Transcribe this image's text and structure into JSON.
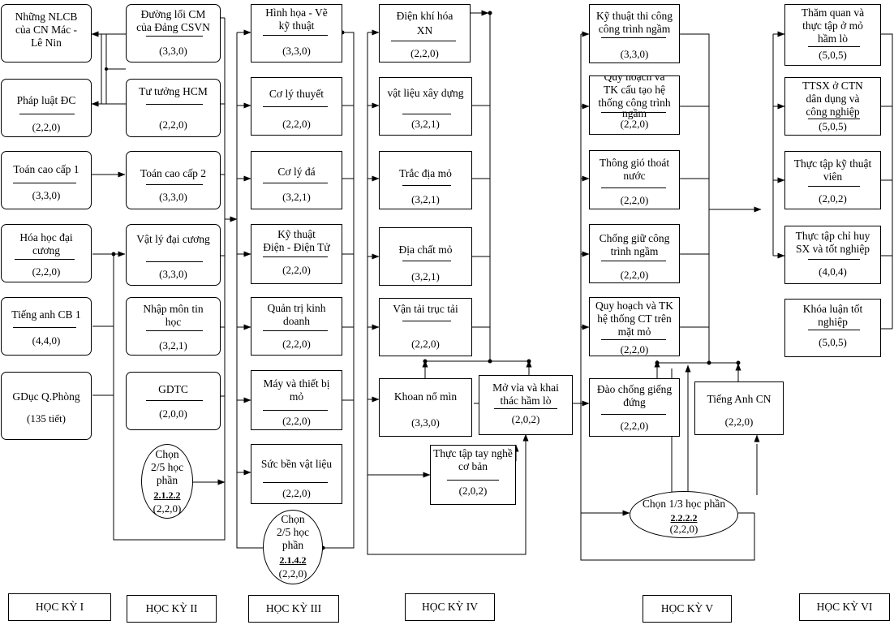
{
  "semesters": [
    "HỌC KỲ I",
    "HỌC KỲ II",
    "HỌC KỲ III",
    "HỌC KỲ IV",
    "HỌC KỲ V",
    "HỌC KỲ VI"
  ],
  "courses": {
    "nlcb": {
      "l1": "Những NLCB",
      "l2": "của CN Mác -",
      "l3": "Lê Nin"
    },
    "plđc": {
      "l1": "Pháp luật ĐC",
      "credits": "(2,2,0)"
    },
    "tcc1": {
      "l1": "Toán cao cấp 1",
      "credits": "(3,3,0)"
    },
    "hhdc": {
      "l1": "Hóa học đại",
      "l2": "cương",
      "credits": "(2,2,0)"
    },
    "tacb1": {
      "l1": "Tiếng anh CB 1",
      "credits": "(4,4,0)"
    },
    "gdqp": {
      "l1": "GDục Q.Phòng",
      "credits": "(135 tiết)"
    },
    "dlcm": {
      "l1": "Đường lối CM",
      "l2": "của Đảng CSVN",
      "credits": "(3,3,0)"
    },
    "tthcm": {
      "l1": "Tư tưởng HCM",
      "credits": "(2,2,0)"
    },
    "tcc2": {
      "l1": "Toán cao cấp 2",
      "credits": "(3,3,0)"
    },
    "vldc": {
      "l1": "Vật lý đại cương",
      "credits": "(3,3,0)"
    },
    "nmth": {
      "l1": "Nhập môn tin",
      "l2": "học",
      "credits": "(3,2,1)"
    },
    "gdtc": {
      "l1": "GDTC",
      "credits": "(2,0,0)"
    },
    "chon1": {
      "l1": "Chọn",
      "l2": "2/5 học",
      "l3": "phần",
      "code": "2.1.2.2",
      "credits": "(2,2,0)"
    },
    "hhvkt": {
      "l1": "Hình họa - Vẽ",
      "l2": "kỹ thuật",
      "credits": "(3,3,0)"
    },
    "clt": {
      "l1": "Cơ lý thuyết",
      "credits": "(2,2,0)"
    },
    "cld": {
      "l1": "Cơ lý đá",
      "credits": "(3,2,1)"
    },
    "ktddt": {
      "l1": "Kỹ thuật",
      "l2": "Điện - Điện Tử",
      "credits": "(2,2,0)"
    },
    "qtkd": {
      "l1": "Quản trị kinh",
      "l2": "doanh",
      "credits": "(2,2,0)"
    },
    "mtbm": {
      "l1": "Máy và thiết bị",
      "l2": "mỏ",
      "credits": "(2,2,0)"
    },
    "sbvl": {
      "l1": "Sức bền vật liệu",
      "credits": "(2,2,0)"
    },
    "chon2": {
      "l1": "Chọn",
      "l2": "2/5 học",
      "l3": "phần",
      "code": "2.1.4.2",
      "credits": "(2,2,0)"
    },
    "dkhxn": {
      "l1": "Điện khí hóa",
      "l2": "XN",
      "credits": "(2,2,0)"
    },
    "vlxd": {
      "l1": "vật liệu xây dựng",
      "credits": "(3,2,1)"
    },
    "tdm": {
      "l1": "Trắc địa mỏ",
      "credits": "(3,2,1)"
    },
    "dcm": {
      "l1": "Địa chất mỏ",
      "credits": "(3,2,1)"
    },
    "vttt": {
      "l1": "Vận tải trục tải",
      "credits": "(2,2,0)"
    },
    "knm": {
      "l1": "Khoan nổ mìn",
      "credits": "(3,3,0)"
    },
    "mvkthl": {
      "l1": "Mở vỉa và khai",
      "l2": "thác hầm lò",
      "credits": "(2,0,2)"
    },
    "tttncb": {
      "l1": "Thực tập tay nghề",
      "l2": "cơ bản",
      "credits": "(2,0,2)"
    },
    "kttcctn": {
      "l1": "Kỹ thuật thi công",
      "l2": "công trình ngầm",
      "credits": "(3,3,0)"
    },
    "qhtkct": {
      "l1": "Quy hoạch và",
      "l2": "TK cấu tạo hệ",
      "l3": "thống công trình",
      "l4": "ngầm",
      "credits": "(2,2,0)"
    },
    "gttn": {
      "l1": "Thông gió thoát",
      "l2": "nước",
      "credits": "(2,2,0)"
    },
    "cgctn": {
      "l1": "Chống giữ công",
      "l2": "trình ngầm",
      "credits": "(2,2,0)"
    },
    "qhtkmm": {
      "l1": "Quy hoạch và TK",
      "l2": "hệ thống CT trên",
      "l3": "mặt mỏ",
      "credits": "(2,2,0)"
    },
    "dcgd": {
      "l1": "Đào chống giếng",
      "l2": "đứng",
      "credits": "(2,2,0)"
    },
    "tacn": {
      "l1": "Tiếng Anh CN",
      "credits": "(2,2,0)"
    },
    "chon3": {
      "l1": "Chọn 1/3 học phần",
      "code": "2.2.2.2",
      "credits": "(2,2,0)"
    },
    "tqtt": {
      "l1": "Thăm quan và",
      "l2": "thực tập ở mỏ",
      "l3": "hầm lò",
      "credits": "(5,0,5)"
    },
    "ttsx": {
      "l1": "TTSX ở CTN",
      "l2": "dân dụng và",
      "l3": "công nghiệp",
      "credits": "(5,0,5)"
    },
    "ttktv": {
      "l1": "Thực tập kỹ thuật",
      "l2": "viên",
      "credits": "(2,0,2)"
    },
    "ttchsx": {
      "l1": "Thực tập chỉ huy",
      "l2": "SX và tốt nghiệp",
      "credits": "(4,0,4)"
    },
    "kltn": {
      "l1": "Khóa luận tốt",
      "l2": "nghiệp",
      "credits": "(5,0,5)"
    }
  }
}
